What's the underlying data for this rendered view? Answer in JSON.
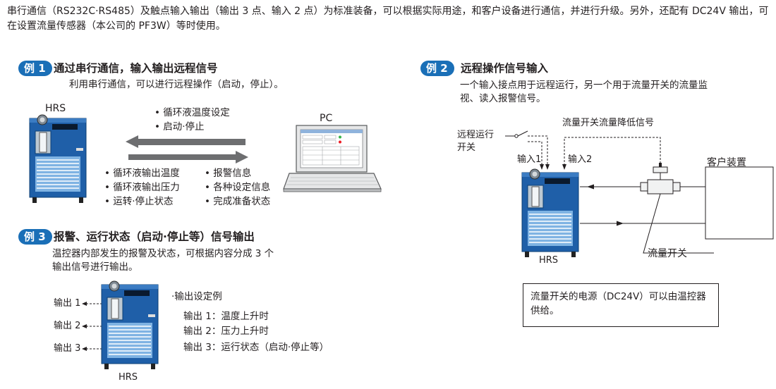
{
  "intro": "串行通信（RS232C·RS485）及触点输入输出（输出 3 点、输入 2 点）为标准装备，可以根据实际用途，和客户设备进行通信，并进行升级。另外，还配有 DC24V 输出，可在设置流量传感器（本公司的 PF3W）等时使用。",
  "ex1": {
    "badge": "例 1",
    "title": "通过串行通信，输入输出远程信号",
    "desc": "利用串行通信，可以进行远程操作（启动，停止）。",
    "device_label": "HRS",
    "pc_label": "PC",
    "to_device": [
      "• 循环液温度设定",
      "• 启动·停止"
    ],
    "from_device_left": [
      "• 循环液输出温度",
      "• 循环液输出压力",
      "• 运转·停止状态"
    ],
    "from_device_right": [
      "• 报警信息",
      "• 各种设定信息",
      "• 完成准备状态"
    ]
  },
  "ex2": {
    "badge": "例 2",
    "title": "远程操作信号输入",
    "desc_lines": [
      "一个输入接点用于远程运行，另一个用于流量开关的流量监",
      "视、读入报警信号。"
    ],
    "remote_switch": [
      "远程运行",
      "开关"
    ],
    "signal_label": "流量开关流量降低信号",
    "input1": "输入1",
    "input2": "输入2",
    "customer": "客户装置",
    "flow_switch": "流量开关",
    "device_label": "HRS",
    "note": "流量开关的电源（DC24V）可以由温控器供给。"
  },
  "ex3": {
    "badge": "例 3",
    "title": "报警、运行状态（启动·停止等）信号输出",
    "desc_lines": [
      "温控器内部发生的报警及状态，可根据内容分成 3 个",
      "输出信号进行输出。"
    ],
    "outputs": [
      "输出 1",
      "输出 2",
      "输出 3"
    ],
    "device_label": "HRS",
    "settings_title": "·输出设定例",
    "settings": [
      "输出 1：温度上升时",
      "输出 2：压力上升时",
      "输出 3：运行状态（启动·停止等）"
    ]
  },
  "colors": {
    "accent": "#1a6fb7",
    "arrow": "#6d6e70",
    "device_body": "#1f5fa8"
  }
}
